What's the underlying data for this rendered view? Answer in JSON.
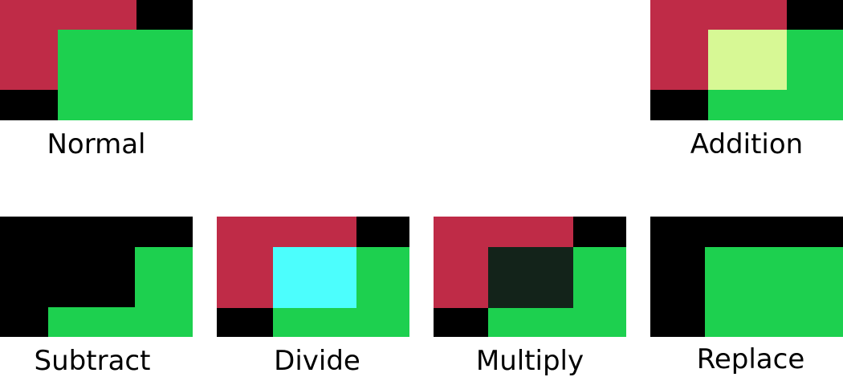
{
  "colors": {
    "background": "#000000",
    "red": "#bf2b47",
    "green": "#1dd04f",
    "addition_overlap": "#d7f895",
    "divide_overlap": "#4cfefd",
    "multiply_overlap": "#13231a"
  },
  "tiles": [
    {
      "id": "normal",
      "label": "Normal",
      "mode": "normal"
    },
    {
      "id": "addition",
      "label": "Addition",
      "mode": "addition"
    },
    {
      "id": "subtract",
      "label": "Subtract",
      "mode": "subtract"
    },
    {
      "id": "divide",
      "label": "Divide",
      "mode": "divide"
    },
    {
      "id": "multiply",
      "label": "Multiply",
      "mode": "multiply"
    },
    {
      "id": "replace",
      "label": "Replace",
      "mode": "replace"
    }
  ]
}
